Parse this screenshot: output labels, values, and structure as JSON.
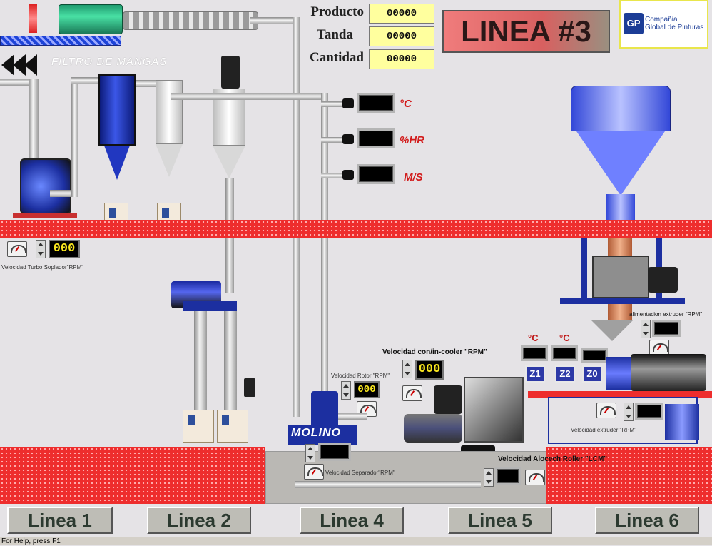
{
  "header": {
    "producto_label": "Producto",
    "producto_value": "00000",
    "tanda_label": "Tanda",
    "tanda_value": "00000",
    "cantidad_label": "Cantidad",
    "cantidad_value": "00000",
    "line_title": "LINEA #3"
  },
  "logo": {
    "initials": "GP",
    "line1": "Compañia",
    "line2": "Global de Pinturas"
  },
  "filter_label": "FILTRO DE MANGAS",
  "sensors": {
    "temp_unit": "°C",
    "humidity_unit": "%HR",
    "speed_unit": "M/S"
  },
  "controls": {
    "turbo_value": "000",
    "turbo_label": "Velocidad Turbo Soplador\"RPM\"",
    "rotor_value": "000",
    "rotor_label": "Velocidad Rotor \"RPM\"",
    "conveyor_value": "000",
    "conveyor_label": "Velocidad con/in-cooler \"RPM\"",
    "separator_label": "Velocidad Separador\"RPM\"",
    "feeder_label": "alimentacion extruder \"RPM\"",
    "extruder_label": "Velocidad extruder \"RPM\"",
    "roller_label": "Velocidad Alocech Roller \"LCM\""
  },
  "machine_labels": {
    "molino": "MOLINO"
  },
  "zones": {
    "degc_1": "°C",
    "degc_2": "°C",
    "z1": "Z1",
    "z2": "Z2",
    "z0": "Z0"
  },
  "nav": {
    "linea1": "Linea 1",
    "linea2": "Linea 2",
    "linea4": "Linea 4",
    "linea5": "Linea 5",
    "linea6": "Linea 6"
  },
  "status_bar": "For Help, press F1"
}
